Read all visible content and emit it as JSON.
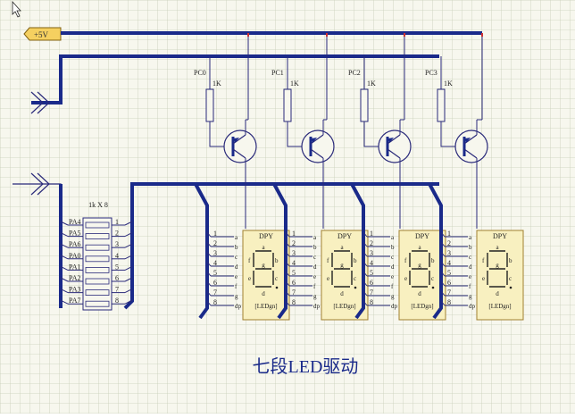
{
  "power": {
    "label": "+5V"
  },
  "transistors": [
    {
      "port": "PC0",
      "resistor": "1K"
    },
    {
      "port": "PC1",
      "resistor": "1K"
    },
    {
      "port": "PC2",
      "resistor": "1K"
    },
    {
      "port": "PC3",
      "resistor": "1K"
    }
  ],
  "resistor_pack": {
    "label": "1k X 8",
    "ports": [
      "PA4",
      "PA5",
      "PA6",
      "PA0",
      "PA1",
      "PA2",
      "PA3",
      "PA7"
    ],
    "pins": [
      "1",
      "2",
      "3",
      "4",
      "5",
      "6",
      "7",
      "8"
    ]
  },
  "display": {
    "title": "DPY",
    "pins": [
      "1",
      "2",
      "3",
      "4",
      "5",
      "6",
      "7",
      "8"
    ],
    "segments": [
      "a",
      "b",
      "c",
      "d",
      "e",
      "f",
      "g",
      "dp"
    ],
    "digit_segments": {
      "top": "a",
      "left": "f",
      "right": "b",
      "mid": "g"
    },
    "digit2_segments": {
      "left": "e",
      "right": "c",
      "bottom": "d"
    },
    "footer": "[LEDgn]"
  },
  "caption": "七段LED驱动",
  "colors": {
    "bus": "#1a2a8a",
    "wire": "#2a2a7a",
    "grid": "#c8cfb8",
    "power_flag": "#f5d060",
    "display_fill": "#f8f0c0"
  }
}
